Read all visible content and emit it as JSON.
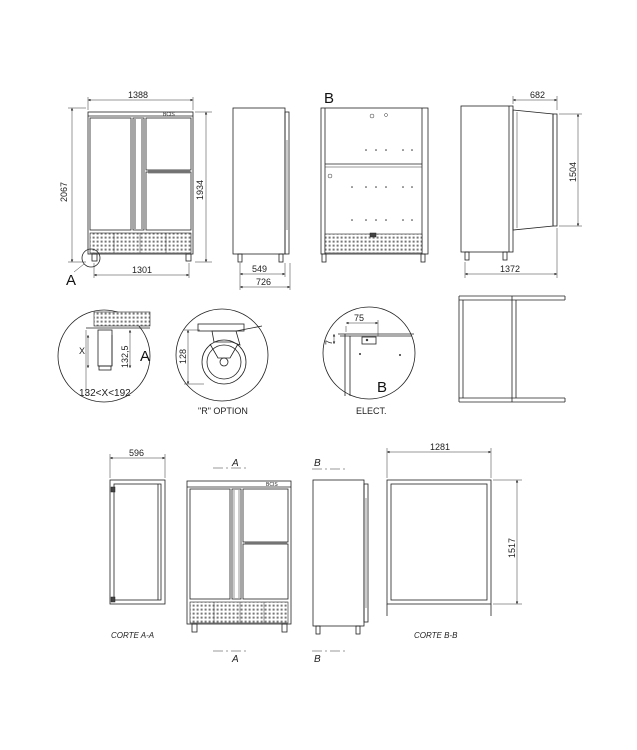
{
  "front_view": {
    "width_label": "1388",
    "height_label": "2067",
    "height_inner_label": "1934",
    "base_width_label": "1301",
    "badge_label": "BCIS",
    "detail_marker": "A"
  },
  "side_view": {
    "depth_label": "549",
    "depth_total_label": "726"
  },
  "back_view": {
    "marker": "B"
  },
  "door_open_view": {
    "top_label": "682",
    "height_label": "1504",
    "width_label": "1372"
  },
  "detail_a": {
    "x_label": "X",
    "height_label": "132,5",
    "range_label": "132<X<192",
    "marker": "A"
  },
  "detail_caster": {
    "height_label": "128",
    "caption": "\"R\" OPTION"
  },
  "detail_b": {
    "top_label": "75",
    "side_label": "7",
    "marker": "B",
    "caption": "ELECT."
  },
  "section_aa": {
    "width_label": "596",
    "caption": "CORTE A-A"
  },
  "center_front": {
    "cut_a_top": "A",
    "cut_a_bottom": "A",
    "badge_label": "BCIS"
  },
  "side_cut": {
    "cut_b_top": "B",
    "cut_b_bottom": "B"
  },
  "section_bb": {
    "width_label": "1281",
    "height_label": "1517",
    "caption": "CORTE B-B"
  }
}
